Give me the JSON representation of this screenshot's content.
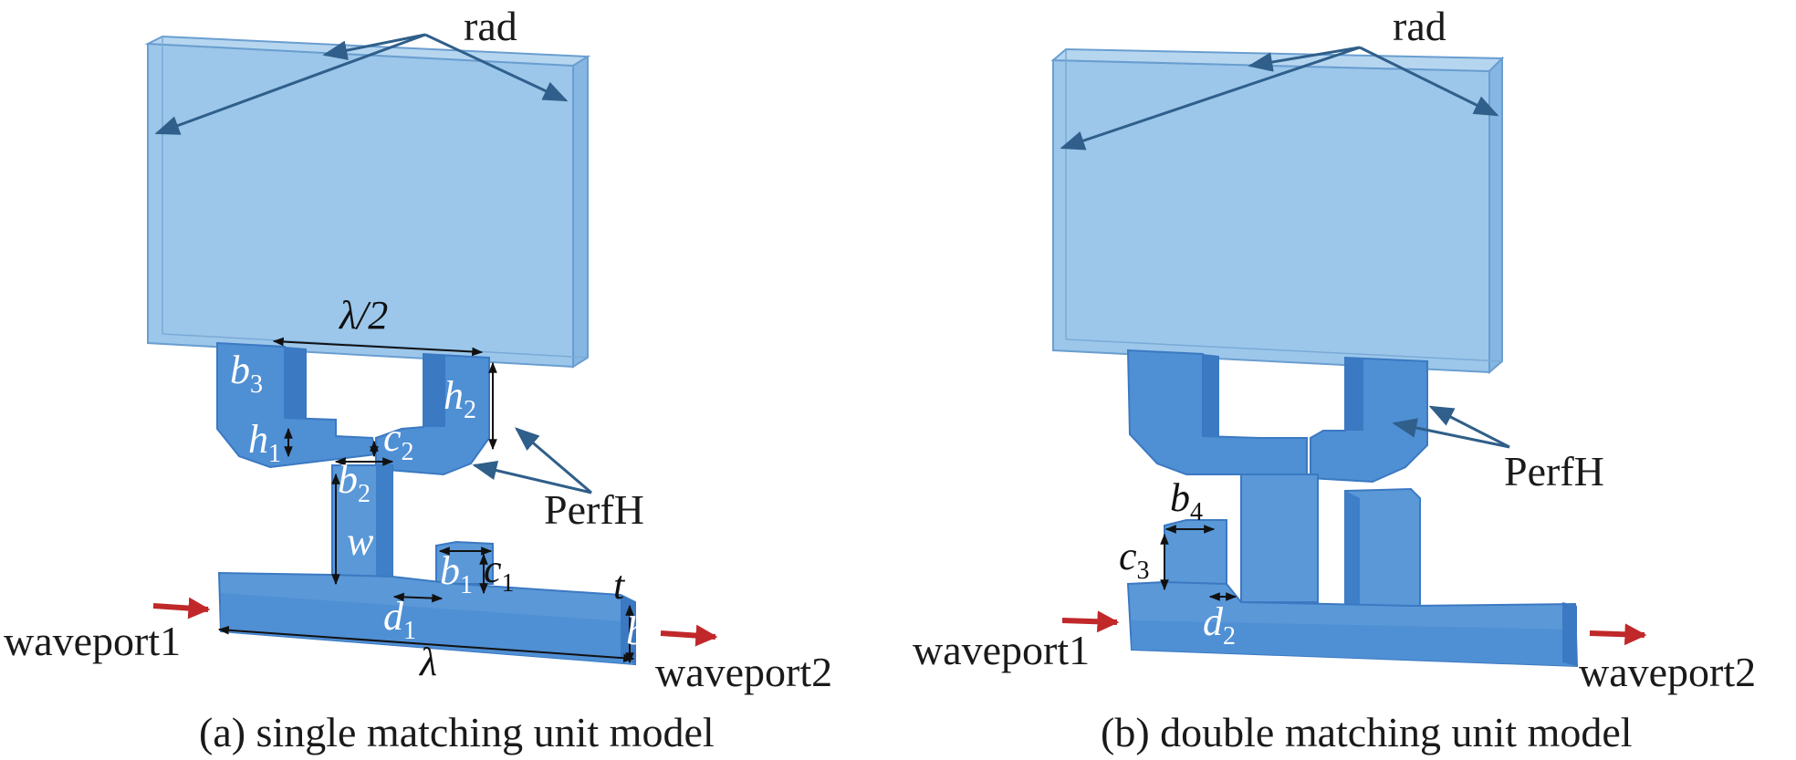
{
  "panel_a": {
    "caption": "(a) single matching unit model",
    "labels": {
      "rad": "rad",
      "perfh": "PerfH",
      "waveport1": "waveport1",
      "waveport2": "waveport2"
    },
    "dimensions": {
      "half_lambda": "λ/2",
      "lambda": "λ",
      "b3": "b3",
      "h1": "h1",
      "h2": "h2",
      "c2": "c2",
      "b2": "b2",
      "w": "w",
      "b1": "b1",
      "c1": "c1",
      "d1": "d1",
      "t": "t",
      "b": "b"
    }
  },
  "panel_b": {
    "caption": "(b) double matching unit model",
    "labels": {
      "rad": "rad",
      "perfh": "PerfH",
      "waveport1": "waveport1",
      "waveport2": "waveport2"
    },
    "dimensions": {
      "b4": "b4",
      "c3": "c3",
      "d2": "d2"
    }
  },
  "colors": {
    "radiation_box_fill": "#9cc7ea",
    "radiation_box_edge": "#6a9ed0",
    "waveguide_fill": "#4f8fd4",
    "waveguide_dark": "#3b79c2",
    "waveguide_light": "#6aa3dd",
    "leader_line": "#2f5f8a",
    "port_arrow": "#c0282a"
  },
  "icons": {
    "port_arrow": "arrow-right",
    "dimension_marker": "double-arrow"
  }
}
